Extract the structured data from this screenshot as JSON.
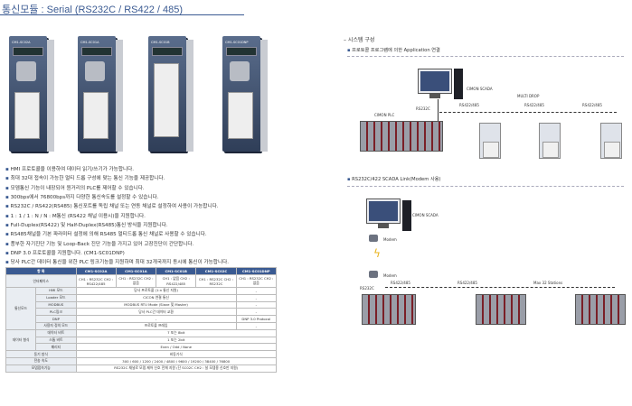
{
  "page": {
    "title": "통신모듈 : Serial (RS232C / RS422 / 485)"
  },
  "modules": [
    {
      "label": "CM1-SC02A"
    },
    {
      "label": "CM1-SC01A"
    },
    {
      "label": "CM1-SC01B"
    },
    {
      "label": "CM1-SC01DNP"
    }
  ],
  "features": [
    "HMI 프로토콜을 이용하여 데이터 읽기/쓰기가 가능합니다.",
    "최대 32대 접속이 가능한 멀티 드롭 구성에 맞는 통신 기능을 제공합니다.",
    "모뎀통신 기능이 내장되어 원거리의 PLC를 제어할 수 있습니다.",
    "300bps에서 76800bps까지 다양한 통신속도를 설정할 수 있습니다.",
    "RS232C / RS422(RS485) 통신포트를 독립 채널 또는 연동 채널로 설정하여 사용이 가능합니다.",
    "1 : 1 / 1 : N / N : M통신 (RS422 채널 이용시)을 지원합니다.",
    "Full-Duplex(RS422) 및 Half-Duplex(RS485)통신 방식을 지원합니다.",
    "RS485채널을 기본 파라미터 설정에 의해 RS485 멀티드롭 통신 채널로 사용할 수 있습니다.",
    "풍부한 자기진단 기능 및 Loop-Back 진단 기능을 가지고 있어 고장진단이 간단합니다.",
    "DNP 3.0 프로토콜을 지원합니다. (CM1-SC01DNP)",
    "당사 PLC간 데이터 통신을 위한 PLC 링크기능을 지원하며 최대 32개국까지 동시에 통신이 가능합니다."
  ],
  "spec_table": {
    "headers": [
      "항 목",
      "CM1-SC02A",
      "CM1-SC01A",
      "CM1-SC01B",
      "CM1-SC02C",
      "CM1-SC01DNP"
    ],
    "rows": {
      "interface": {
        "label": "인터페이스",
        "c1": "CH1 : RS232C CH2 : RS422/485",
        "c2": "CH1 : RS232C CH2 : 없음",
        "c3": "CH1 : 없음 CH2 : RS422/485",
        "c4": "CH1 : RS232C CH2 : RS232C",
        "c5": "CH1 : RS232C CH2 : 없음"
      },
      "comm_mode": {
        "label": "통신모드",
        "hmi": {
          "label": "HMI 모드",
          "value": "당사 프로토콜 (1:n 통신 지원)",
          "extra": "-"
        },
        "loader": {
          "label": "Loader 모드",
          "value": "CICON 연결 통신",
          "extra": "-"
        },
        "modbus": {
          "label": "MODBUS",
          "value": "MODBUS RTU Mode (Slave 및 Master)",
          "extra": "-"
        },
        "plclink": {
          "label": "PLC링크",
          "value": "당사 PLC간 데이터 교환",
          "extra": "-"
        },
        "dnp": {
          "label": "DNP",
          "value": "-",
          "extra": "DNP 3.0 Protocol"
        },
        "user": {
          "label": "사용자 정의 모드",
          "value": "프로토콜 프레임",
          "extra": "-"
        }
      },
      "data_format": {
        "label": "데이터 형식",
        "data_bits": {
          "label": "데이터 비트",
          "value": "7 또는 8bit"
        },
        "stop_bits": {
          "label": "스톱 비트",
          "value": "1 또는 2bit"
        },
        "parity": {
          "label": "패리티",
          "value": "Even / Odd / None"
        }
      },
      "sync": {
        "label": "동기 방식",
        "value": "비동기식"
      },
      "speed": {
        "label": "전송 속도",
        "value": "300 / 600 / 1200 / 2400 / 4800 / 9600 / 19200 / 38400 / 76800"
      },
      "modem": {
        "label": "모뎀접속기능",
        "value": "RS232C 채널로 모뎀 제어 신호 전체 지원 (단 SC02C CH2 : 설 모뎀용 신호만 지원)"
      }
    }
  },
  "system": {
    "heading": "시스템 구성",
    "app_title": "프로토콜 프로그램에 의한 Application 연결",
    "scada_label": "CIMON SCADA",
    "multidrop_label": "MULTI DROP",
    "plc_label": "CIMON PLC",
    "rs232c": "RS232C",
    "rs422": "RS422/485",
    "link_title": "RS232C/422 SCADA Link(Modem 사용)",
    "scada_label2": "CIMON SCADA",
    "modem": "Modem",
    "max_stations": "Max 32 Stations",
    "colors": {
      "accent": "#3a5a92",
      "plc_red": "#7a1f27"
    }
  }
}
